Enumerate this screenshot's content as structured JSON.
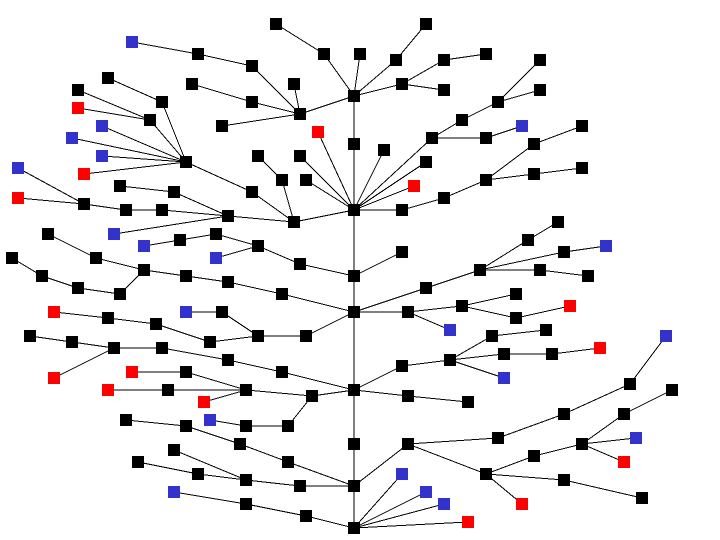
{
  "diagram": {
    "type": "tree-graph",
    "colors": {
      "background": "#ffffff",
      "edge": "#000000",
      "node_black": "#000000",
      "node_red": "#ff0000",
      "node_blue": "#3333cc"
    },
    "node_kinds": [
      "black",
      "red",
      "blue"
    ],
    "node_count": 151,
    "edge_count": 150
  }
}
